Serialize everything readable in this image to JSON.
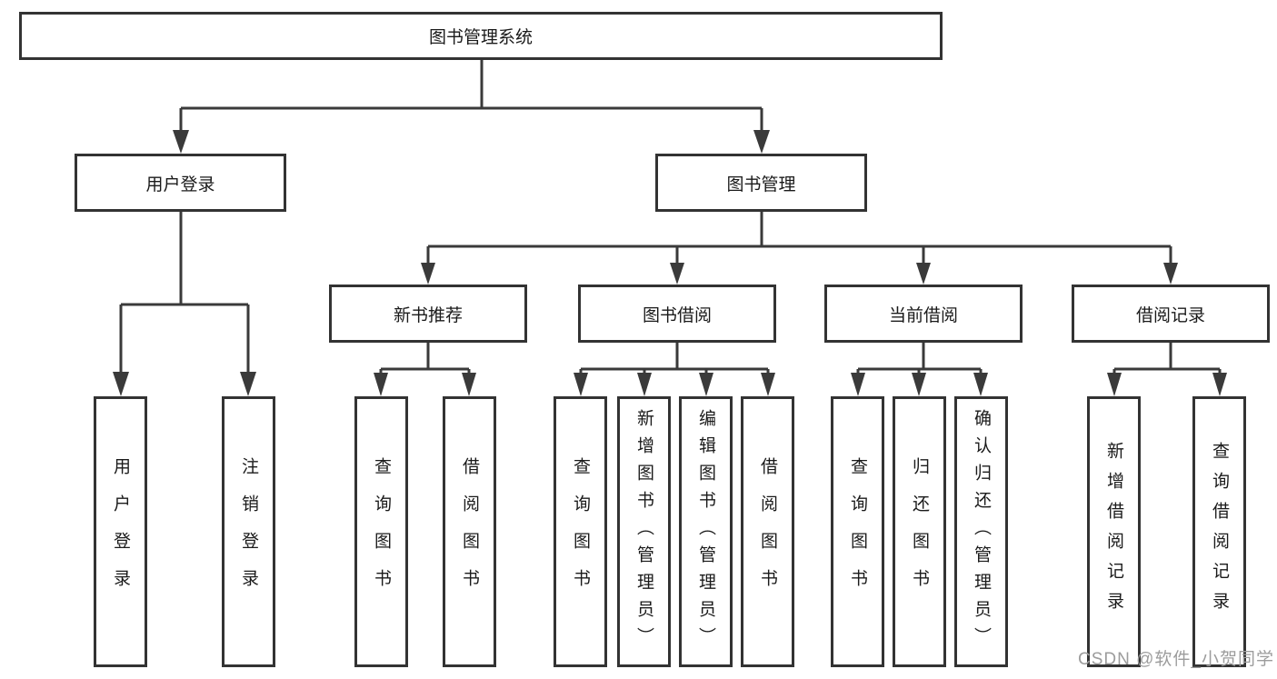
{
  "diagram": {
    "nodes": {
      "root": "图书管理系统",
      "l2_user": "用户登录",
      "l2_book": "图书管理",
      "l3_new": "新书推荐",
      "l3_borrow": "图书借阅",
      "l3_current": "当前借阅",
      "l3_record": "借阅记录",
      "leaf_user_login": "用户登录",
      "leaf_logout": "注销登录",
      "leaf_new_query": "查询图书",
      "leaf_new_borrow": "借阅图书",
      "leaf_bb_query": "查询图书",
      "leaf_bb_add": "新增图书（管理员）",
      "leaf_bb_edit": "编辑图书（管理员）",
      "leaf_bb_borrow": "借阅图书",
      "leaf_cur_query": "查询图书",
      "leaf_cur_return": "归还图书",
      "leaf_cur_confirm": "确认归还（管理员）",
      "leaf_rec_add": "新增借阅记录",
      "leaf_rec_query": "查询借阅记录"
    },
    "colors": {
      "line": "#3a3a3a",
      "box_border": "#333333",
      "text": "#1a1a1a",
      "background": "#ffffff",
      "watermark": "#9c9c9c"
    }
  },
  "watermark": {
    "text": "CSDN @软件_小贺同学"
  }
}
